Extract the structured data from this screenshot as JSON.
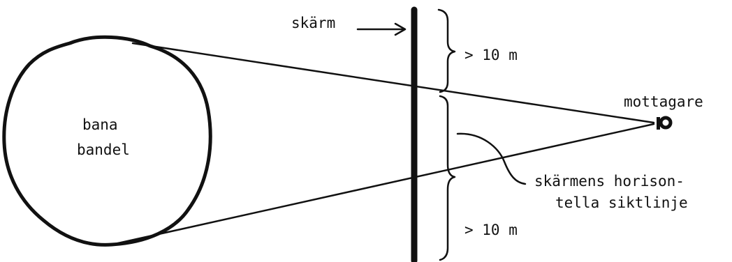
{
  "labels": {
    "screen": "skärm",
    "upper_distance": "> 10 m",
    "receiver": "mottagare",
    "receiver_symbol": "p",
    "track_line1": "bana",
    "track_line2": "bandel",
    "sightline_line1": "skärmens horison-",
    "sightline_line2": "tella siktlinje",
    "lower_distance": "> 10 m"
  }
}
